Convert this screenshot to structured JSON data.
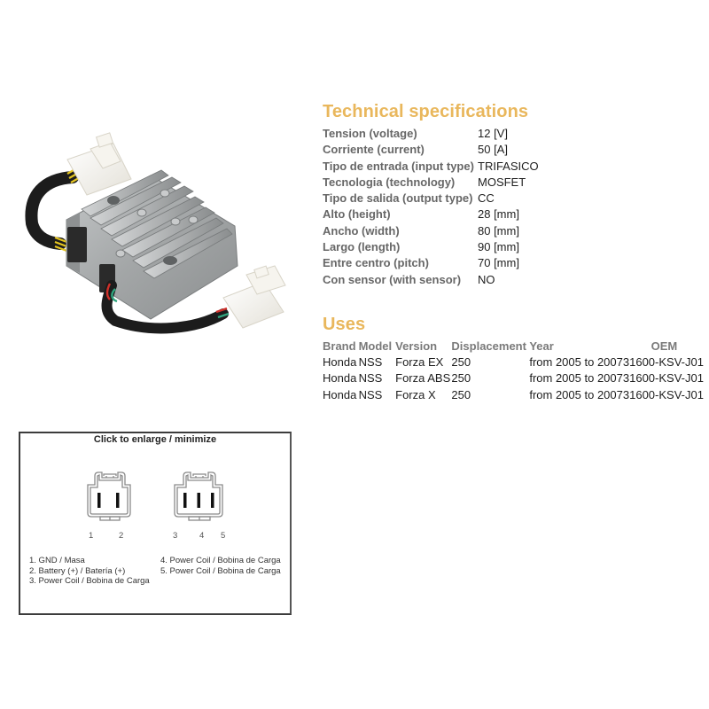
{
  "product_image": {
    "alt": "Voltage regulator rectifier with two white connectors",
    "colors": {
      "body": "#a9acad",
      "fin_light": "#c9cbcc",
      "fin_dark": "#7e8182",
      "cable": "#1c1c1c",
      "connector": "#f3f1ea",
      "wire_yellow": "#e5c520",
      "wire_red": "#d0302a",
      "wire_green": "#2fa57e"
    }
  },
  "specs": {
    "title": "Technical specifications",
    "rows": [
      {
        "label": "Tension (voltage)",
        "value": "12 [V]"
      },
      {
        "label": "Corriente (current)",
        "value": "50 [A]"
      },
      {
        "label": "Tipo de entrada (input type)",
        "value": "TRIFASICO"
      },
      {
        "label": "Tecnologia (technology)",
        "value": "MOSFET"
      },
      {
        "label": "Tipo de salida (output type)",
        "value": "CC"
      },
      {
        "label": "Alto (height)",
        "value": "28 [mm]"
      },
      {
        "label": "Ancho (width)",
        "value": "80 [mm]"
      },
      {
        "label": "Largo (length)",
        "value": "90 [mm]"
      },
      {
        "label": "Entre centro (pitch)",
        "value": "70 [mm]"
      },
      {
        "label": "Con sensor (with sensor)",
        "value": "NO"
      }
    ]
  },
  "uses": {
    "title": "Uses",
    "headers": [
      "Brand",
      "Model",
      "Version",
      "Displacement",
      "Year",
      "OEM"
    ],
    "rows": [
      [
        "Honda",
        "NSS",
        "Forza EX",
        "250",
        "from 2005 to 2007",
        "31600-KSV-J01"
      ],
      [
        "Honda",
        "NSS",
        "Forza ABS",
        "250",
        "from 2005 to 2007",
        "31600-KSV-J01"
      ],
      [
        "Honda",
        "NSS",
        "Forza X",
        "250",
        "from 2005 to 2007",
        "31600-KSV-J01"
      ]
    ]
  },
  "diagram": {
    "title": "Click to enlarge / minimize",
    "pins_left": [
      "1",
      "2"
    ],
    "pins_right": [
      "3",
      "4",
      "5"
    ],
    "legend_left": [
      "1. GND / Masa",
      "2. Battery (+) / Batería (+)",
      "3. Power Coil / Bobina de Carga"
    ],
    "legend_right": [
      "4. Power Coil / Bobina de Carga",
      "5. Power Coil / Bobina de Carga"
    ]
  }
}
